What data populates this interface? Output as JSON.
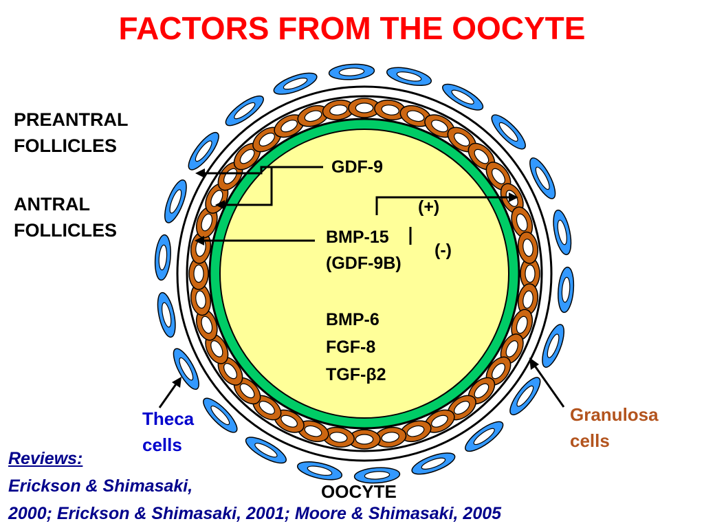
{
  "title": "FACTORS FROM THE OOCYTE",
  "left_labels": {
    "preantral_line1": "PREANTRAL",
    "preantral_line2": "FOLLICLES",
    "antral_line1": "ANTRAL",
    "antral_line2": "FOLLICLES"
  },
  "factors": {
    "gdf9": "GDF-9",
    "plus": "(+)",
    "bmp15": "BMP-15",
    "minus": "(-)",
    "gdf9b": "(GDF-9B)",
    "bmp6": "BMP-6",
    "fgf8": "FGF-8",
    "tgfb2": "TGF-β2"
  },
  "cell_labels": {
    "theca_line1": "Theca",
    "theca_line2": "cells",
    "granulosa_line1": "Granulosa",
    "granulosa_line2": "cells",
    "oocyte": "OOCYTE"
  },
  "references": {
    "heading": "Reviews:",
    "line1": "Erickson & Shimasaki,",
    "line2": "2000; Erickson & Shimasaki, 2001; Moore & Shimasaki, 2005"
  },
  "colors": {
    "title": "#ff0000",
    "oocyte_fill": "#ffff99",
    "zona_green": "#00cc66",
    "granulosa_fill": "#cc6611",
    "theca_fill": "#3399ff",
    "theca_label": "#0000cc",
    "granulosa_label": "#b3541e",
    "reference_text": "#00008b"
  }
}
